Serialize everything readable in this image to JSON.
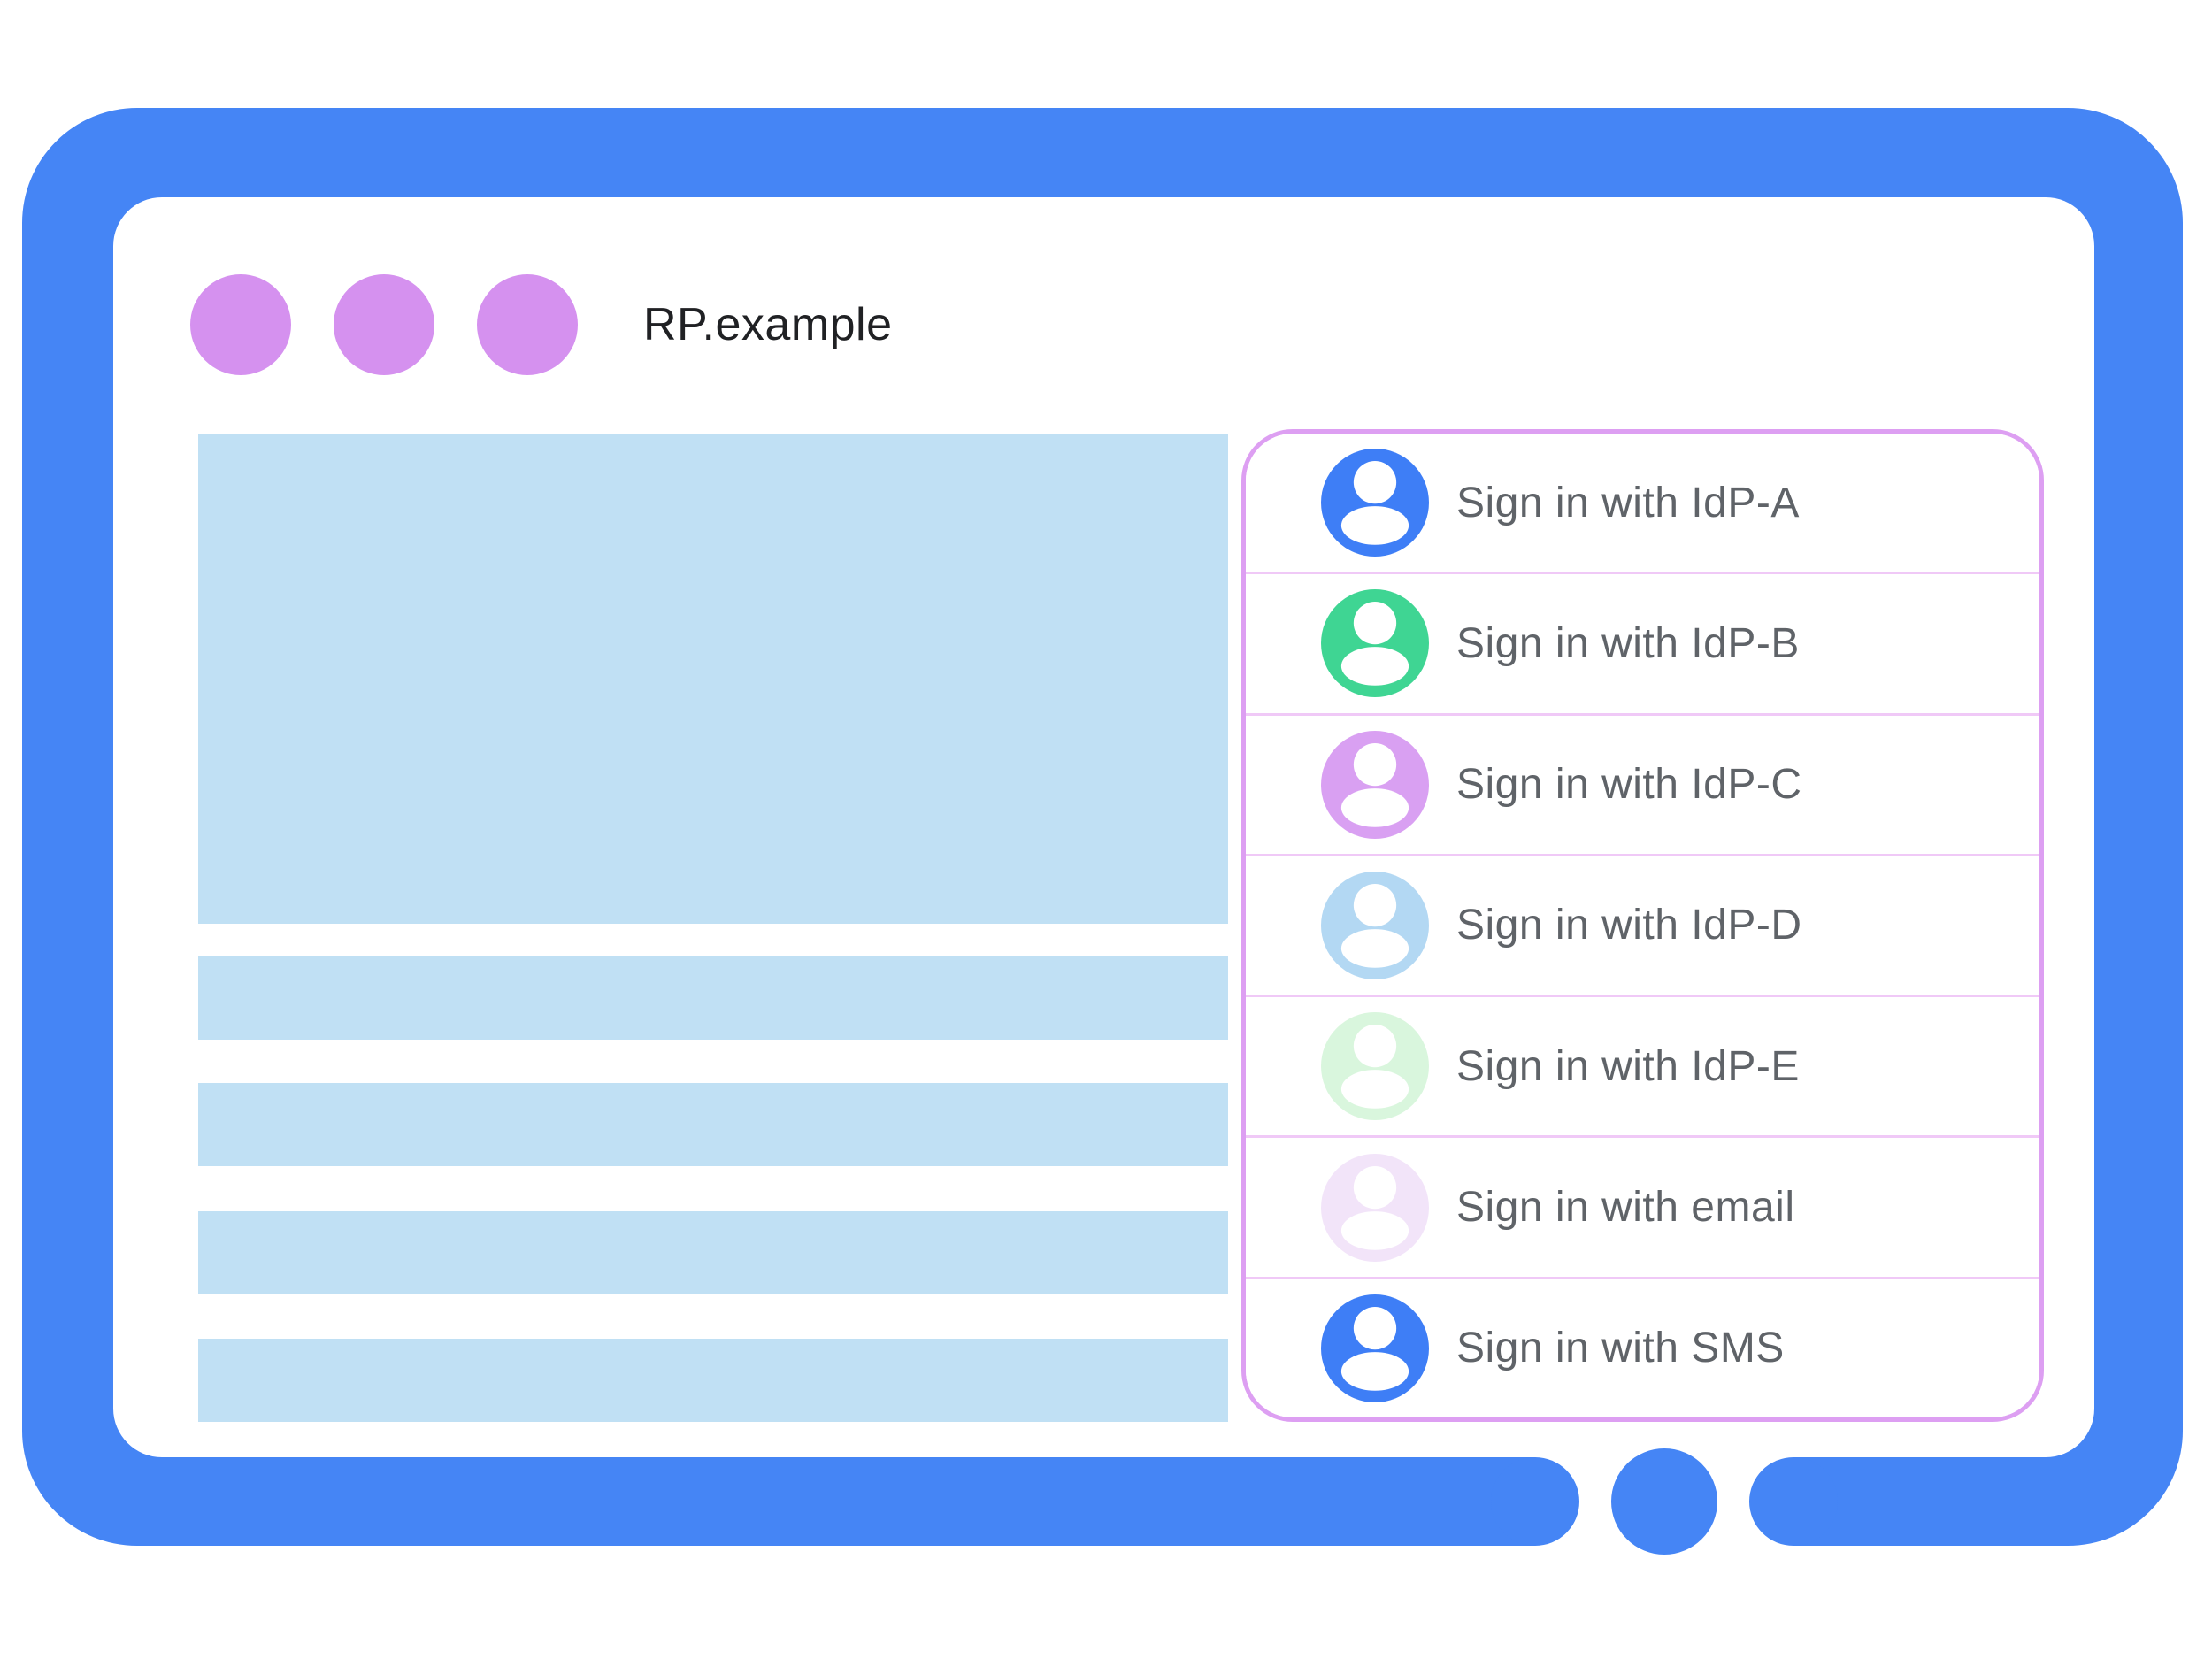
{
  "theme": {
    "frame_color": "#4585f5",
    "dot_color": "#d591ef",
    "panel_border_color": "#dd9ff2",
    "divider_color": "#f0c9f7",
    "placeholder_color": "#c0e0f4",
    "label_color": "#5f6368",
    "title_color": "#202124"
  },
  "window": {
    "title": "RP.example"
  },
  "signin_panel": {
    "items": [
      {
        "label": "Sign in with IdP-A",
        "icon": "person-icon",
        "color": "#3e7ef6"
      },
      {
        "label": "Sign in with IdP-B",
        "icon": "person-icon",
        "color": "#3fd593"
      },
      {
        "label": "Sign in with IdP-C",
        "icon": "person-icon",
        "color": "#d9a0f2"
      },
      {
        "label": "Sign in with IdP-D",
        "icon": "person-icon",
        "color": "#b3d8f3"
      },
      {
        "label": "Sign in with IdP-E",
        "icon": "person-icon",
        "color": "#d9f6dd"
      },
      {
        "label": "Sign in with email",
        "icon": "person-icon",
        "color": "#f2e4f9"
      },
      {
        "label": "Sign in with SMS",
        "icon": "person-icon",
        "color": "#3e7ef6"
      }
    ]
  }
}
